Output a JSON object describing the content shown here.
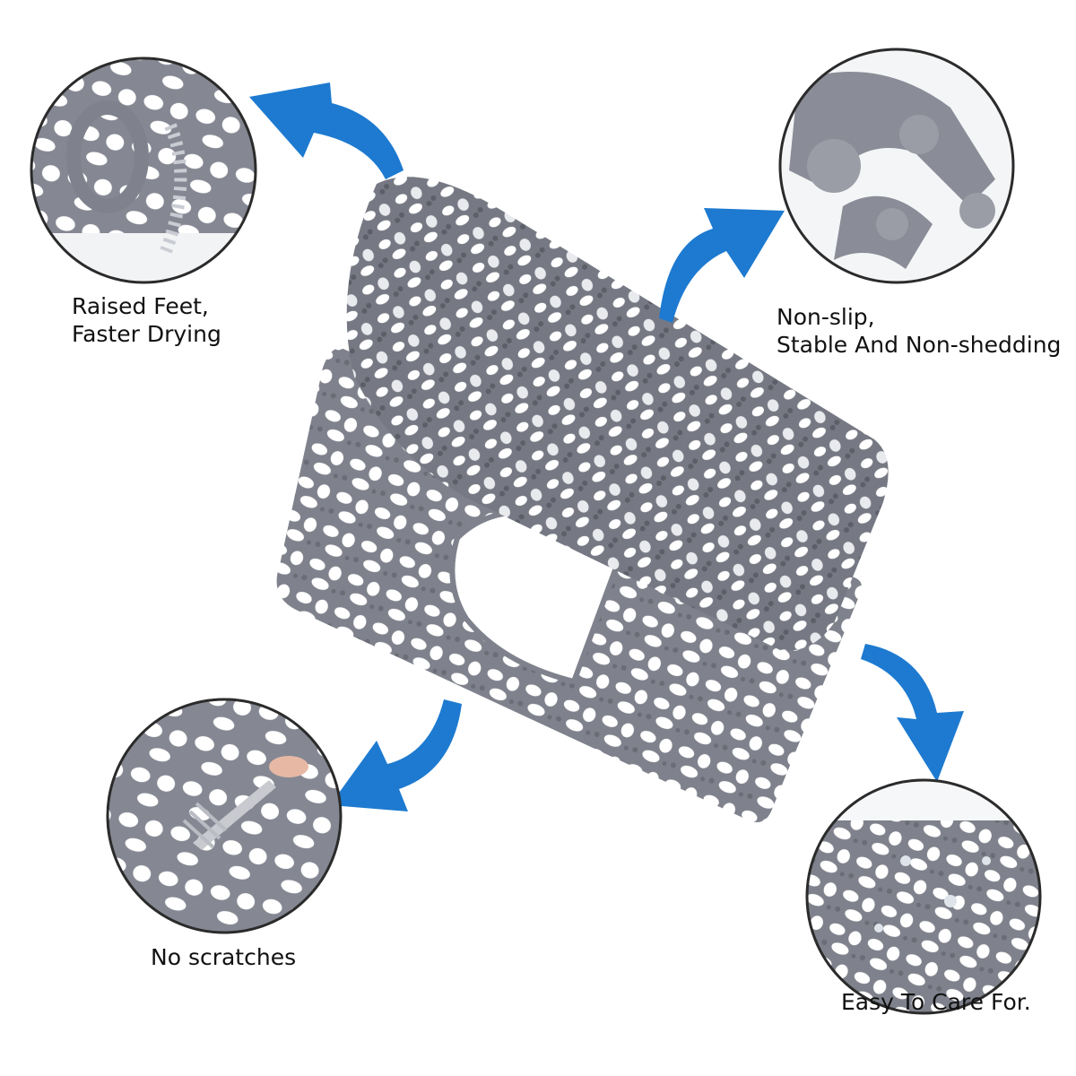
{
  "features": {
    "raised_feet": {
      "line1": "Raised Feet,",
      "line2": "Faster Drying"
    },
    "non_slip": {
      "line1": "Non-slip,",
      "line2": "Stable And Non-shedding"
    },
    "no_scratches": {
      "label": "No scratches"
    },
    "easy_care": {
      "label": "Easy To Care For."
    }
  },
  "colors": {
    "mat_gray": "#7f828c",
    "mat_dark": "#5f626b",
    "arrow_blue": "#1d7ad0",
    "text": "#111111",
    "circle_border": "#2b2b2b"
  },
  "icons": [
    "arrow-icon"
  ]
}
